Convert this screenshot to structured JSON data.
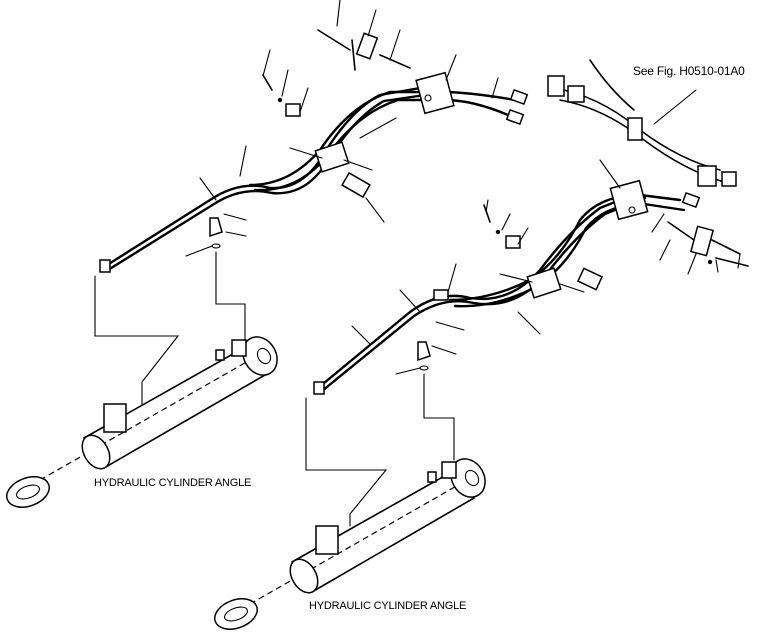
{
  "labels": {
    "cylinder_angle_1": "HYDRAULIC CYLINDER ANGLE",
    "cylinder_angle_2": "HYDRAULIC CYLINDER ANGLE",
    "see_figure": "See Fig. H0510-01A0"
  },
  "colors": {
    "line": "#000000",
    "background": "#ffffff"
  }
}
